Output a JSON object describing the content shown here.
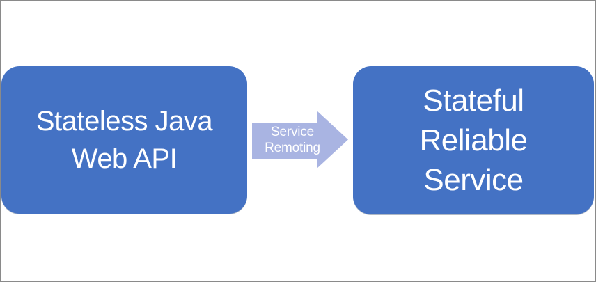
{
  "canvas": {
    "background": "#ffffff",
    "frame_border_color": "#8a8a8a"
  },
  "diagram": {
    "left_node": {
      "label": "Stateless Java Web API",
      "lines": [
        "Stateless Java",
        "Web API"
      ],
      "fill": "#4472c4",
      "text_color": "#ffffff"
    },
    "connector": {
      "label": "Service Remoting",
      "lines": [
        "Service",
        "Remoting"
      ],
      "type": "right-arrow",
      "fill": "#a9b4e2",
      "text_color": "#ffffff"
    },
    "right_node": {
      "label": "Stateful Reliable Service",
      "lines": [
        "Stateful",
        "Reliable",
        "Service"
      ],
      "fill": "#4472c4",
      "text_color": "#ffffff"
    }
  }
}
